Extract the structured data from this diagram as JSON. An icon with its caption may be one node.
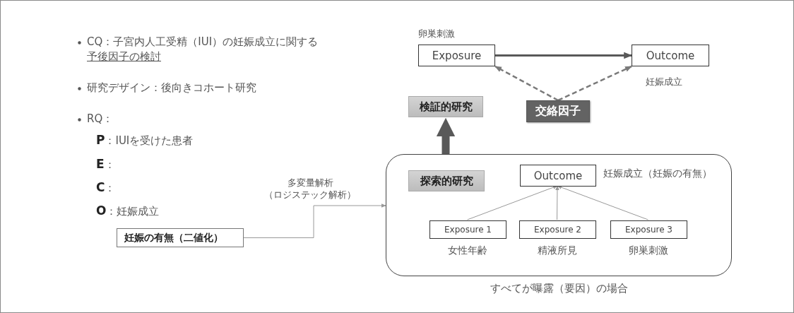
{
  "diagram": {
    "nodes": [
      {
        "text": [
          "Exposure"
        ],
        "beside": [
          "卵巣刺激"
        ]
      },
      {
        "text": [
          "Outcome"
        ],
        "beside": [
          "妊娠成立"
        ]
      },
      {
        "text": [
          "交絡因子"
        ]
      },
      {
        "text": [
          "検証的研究"
        ]
      },
      {
        "text": [],
        "shape": "box",
        "beside": [
          "すべてが曝露（要因）の場合"
        ]
      },
      {
        "text": [
          "探索的研究"
        ],
        "in": 4
      },
      {
        "text": [
          "Outcome"
        ],
        "in": 4,
        "beside": [
          "妊娠成立（妊娠の有無）"
        ]
      },
      {
        "text": [
          "Exposure 1"
        ],
        "in": 4,
        "beside": [
          "女性年齢"
        ]
      },
      {
        "text": [
          "Exposure 2"
        ],
        "in": 4,
        "beside": [
          "精液所見"
        ]
      },
      {
        "text": [
          "Exposure 3"
        ],
        "in": 4,
        "beside": [
          "卵巣刺激"
        ]
      },
      {
        "text": [
          "妊娠の有無（二値化）"
        ]
      }
    ],
    "edges": [
      {
        "from": 0,
        "to": 1,
        "arrow": "to",
        "style": "thick"
      },
      {
        "from": 2,
        "to": 0,
        "arrow": "to",
        "style": "dashed"
      },
      {
        "from": 2,
        "to": 1,
        "arrow": "to",
        "style": "dashed"
      },
      {
        "from": 4,
        "to": 3,
        "arrow": "to",
        "style": "thick"
      },
      {
        "from": 7,
        "to": 6,
        "arrow": "to"
      },
      {
        "from": 8,
        "to": 6,
        "arrow": "to"
      },
      {
        "from": 9,
        "to": 6,
        "arrow": "to"
      },
      {
        "from": 10,
        "to": 4,
        "arrow": "to",
        "label": "多変量解析（ロジステック解析）"
      }
    ],
    "labels": [
      "CQ：子宮内人工受精（IUI）の妊娠成立に関する",
      "予後因子の検討",
      "研究デザイン：後向きコホート研究",
      "RQ：",
      "**P**：IUIを受けた患者",
      "**E**：",
      "**C**：",
      "**O**：妊娠成立"
    ]
  }
}
